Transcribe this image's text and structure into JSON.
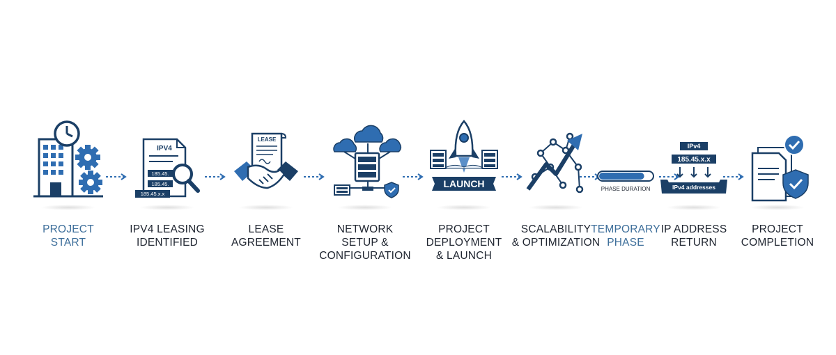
{
  "colors": {
    "navy": "#1b3f66",
    "blue": "#2f6db1",
    "light_blue": "#5b8fc8",
    "accent_text": "#3d6e9a",
    "dark_text": "#1f2530"
  },
  "steps": [
    {
      "label": "PROJECT\nSTART",
      "icon": "building-clock-gears-icon",
      "accent": true
    },
    {
      "label": "IPV4 LEASING\nIDENTIFIED",
      "icon": "document-magnifier-icon",
      "accent": false,
      "doc_title": "IPV4",
      "chips": [
        "185.45.",
        "185.45.",
        "185.45.x.x"
      ]
    },
    {
      "label": "LEASE\nAGREEMENT",
      "icon": "handshake-document-icon",
      "accent": false,
      "doc_title": "LEASE"
    },
    {
      "label": "NETWORK\nSETUP &\nCONFIGURATION",
      "icon": "cloud-server-network-icon",
      "accent": false
    },
    {
      "label": "PROJECT\nDEPLOYMENT\n& LAUNCH",
      "icon": "rocket-launch-icon",
      "accent": false,
      "banner": "LAUNCH"
    },
    {
      "label": "SCALABILITY\n& OPTIMIZATION",
      "icon": "growth-chart-icon",
      "accent": false
    },
    {
      "label": "TEMPORARY\nPHASE",
      "icon": "progress-bar-icon",
      "accent": true,
      "caption": "PHASE DURATION",
      "progress": 0.85
    },
    {
      "label": "IP ADDRESS\nRETURN",
      "icon": "ip-return-icon",
      "accent": false,
      "tag_top": "IPv4",
      "tag_mid": "185.45.x.x",
      "tray": "IPv4 addresses"
    },
    {
      "label": "PROJECT\nCOMPLETION",
      "icon": "documents-shield-check-icon",
      "accent": false
    }
  ]
}
